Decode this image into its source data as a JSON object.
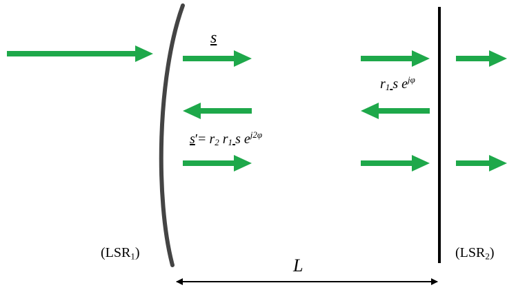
{
  "diagram": {
    "mirror_left_label": {
      "base": "(LSR",
      "sub": "1",
      "close": ")"
    },
    "mirror_right_label": {
      "base": "(LSR",
      "sub": "2",
      "close": ")"
    },
    "length_label": "L",
    "field_s": "s",
    "field_right": {
      "r": "r",
      "r_sub": "1",
      "s": "s",
      "e": "e",
      "exp": "jφ"
    },
    "field_s_prime": {
      "s": "s",
      "prime_eq": "′= ",
      "r2": "r",
      "r2_sub": "2",
      "r1": "r",
      "r1_sub": "1",
      "s2": "s",
      "e": "e",
      "exp": "j2φ"
    },
    "colors": {
      "arrow": "#1ea84a",
      "mirror_left": "#444444",
      "mirror_right": "#000000",
      "dimension": "#000000"
    }
  }
}
